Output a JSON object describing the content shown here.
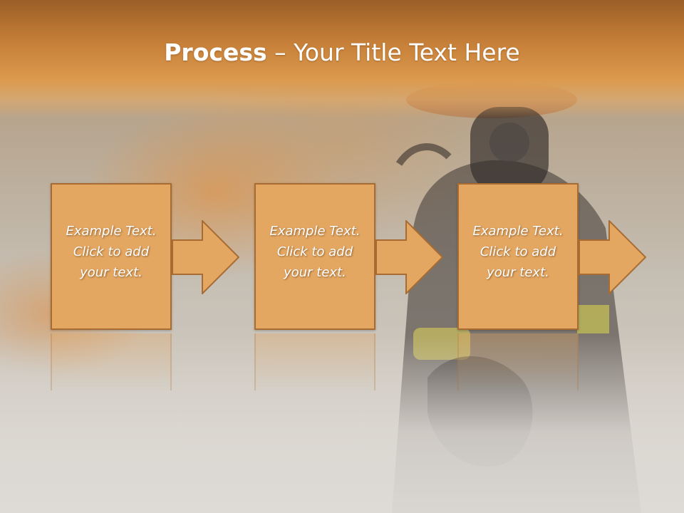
{
  "slide": {
    "title": {
      "bold": "Process",
      "rest": " – Your Title Text Here"
    },
    "steps": [
      {
        "line1": "Example Text.",
        "line2": "Click  to add",
        "line3": "your text."
      },
      {
        "line1": "Example Text.",
        "line2": "Click  to add",
        "line3": "your text."
      },
      {
        "line1": "Example Text.",
        "line2": "Click  to add",
        "line3": "your text."
      }
    ]
  },
  "colors": {
    "title_band": "#c57e37",
    "box_fill": "#e4a762",
    "box_border": "#a86c33",
    "text": "#ffffff"
  },
  "icons": [
    "right-arrow-icon",
    "right-arrow-icon",
    "right-arrow-icon"
  ]
}
